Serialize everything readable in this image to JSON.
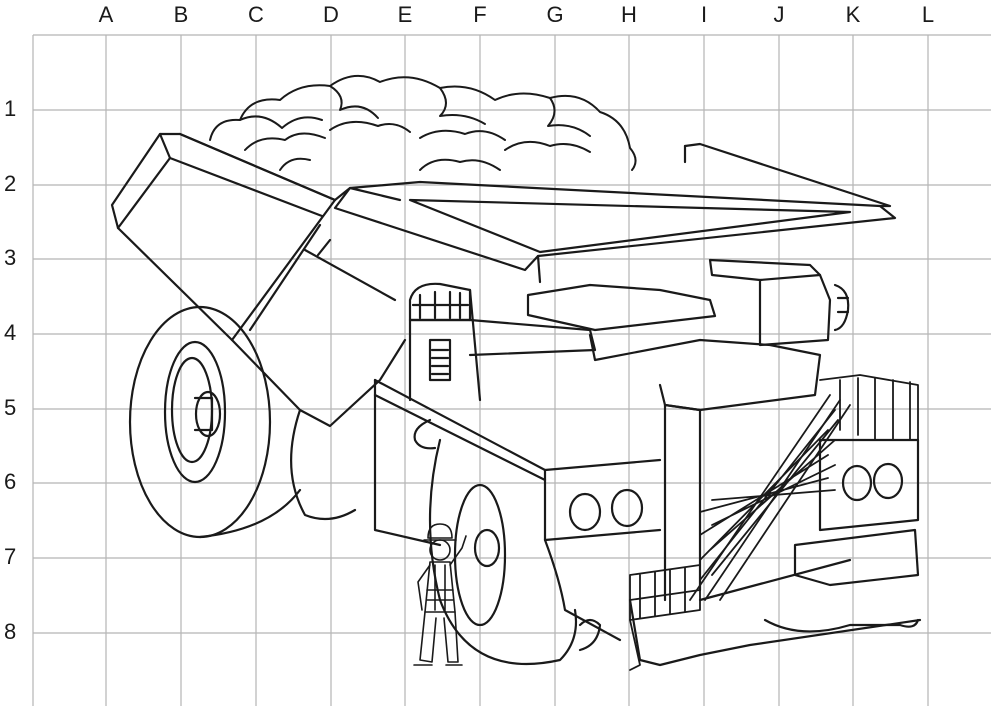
{
  "grid": {
    "columns": [
      "A",
      "B",
      "C",
      "D",
      "E",
      "F",
      "G",
      "H",
      "I",
      "J",
      "K",
      "L"
    ],
    "rows": [
      "1",
      "2",
      "3",
      "4",
      "5",
      "6",
      "7",
      "8"
    ],
    "line_color": "#b5b5b5",
    "ink_color": "#1a1a1a"
  },
  "illustration": {
    "icon": "mining-dump-truck-line-drawing"
  }
}
